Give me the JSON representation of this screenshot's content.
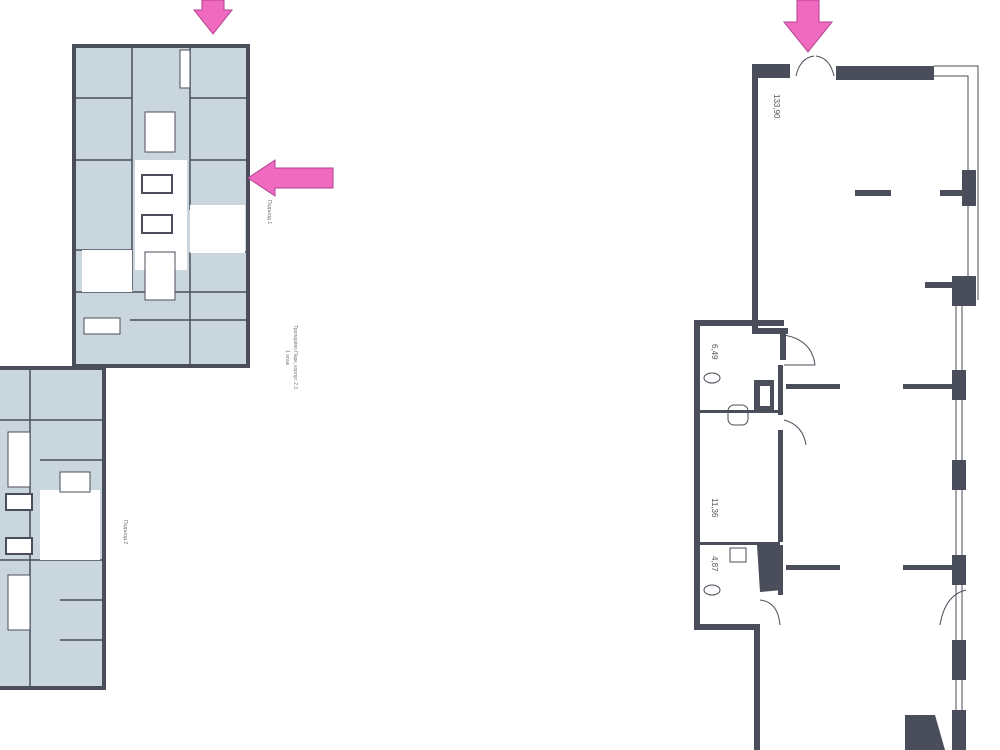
{
  "plan": {
    "caption_line1": "Тропарёво Парк, корпус 2.3",
    "caption_line2": "1 этаж",
    "entrance_label_1": "Подъезд 1",
    "entrance_label_2": "Подъезд 2"
  },
  "unit": {
    "rooms": [
      {
        "name": "main-hall",
        "area": "133,90"
      },
      {
        "name": "bathroom-1",
        "area": "6,49"
      },
      {
        "name": "storage-room",
        "area": "11,36"
      },
      {
        "name": "bathroom-2",
        "area": "4,87"
      }
    ]
  },
  "colors": {
    "wall": "#4a4e5a",
    "room_fill": "#c9d6de",
    "arrow": "#f06ac0"
  }
}
